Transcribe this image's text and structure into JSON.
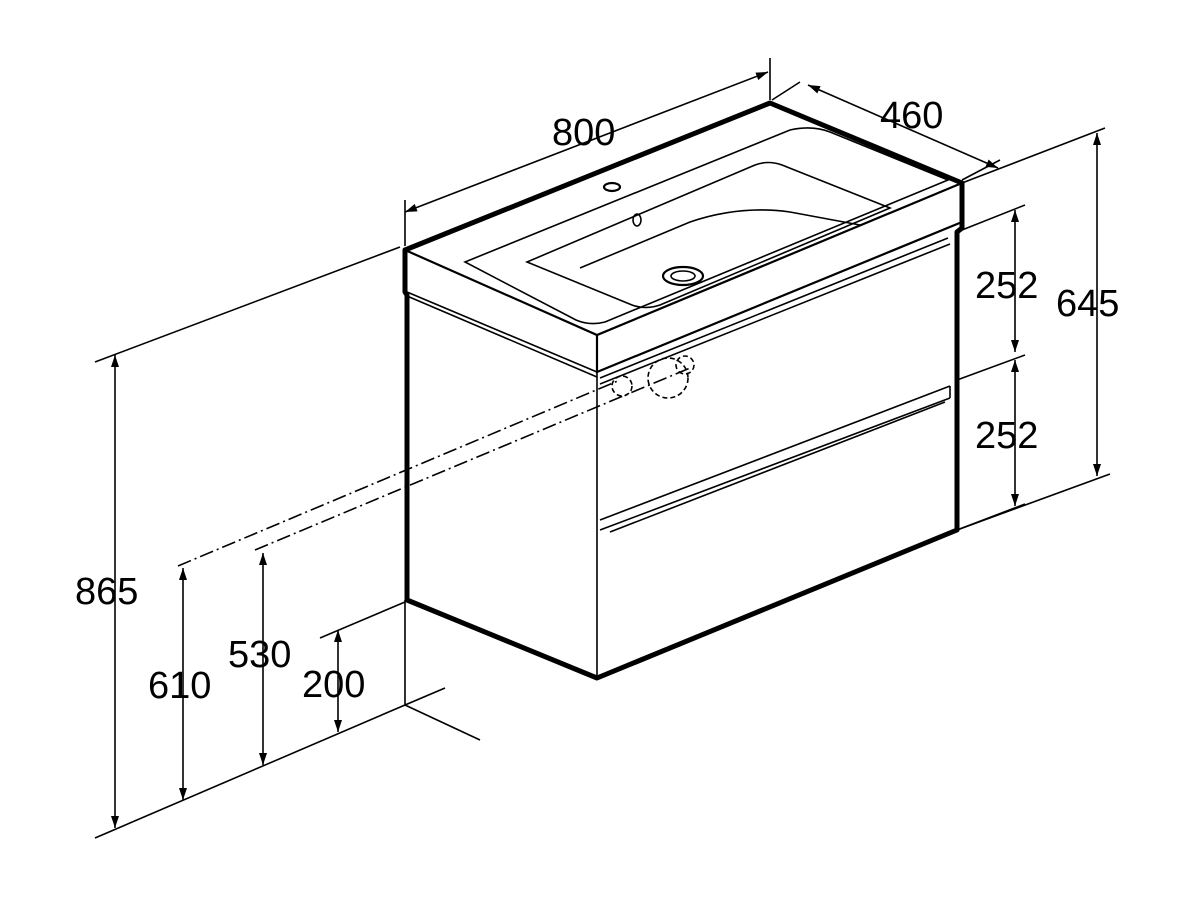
{
  "title": "Vanity unit with washbasin dimension drawing",
  "dimensions": {
    "width": "800",
    "depth": "460",
    "drawer_top_height": "252",
    "drawer_bottom_height": "252",
    "unit_height": "645",
    "top_height_from_floor": "865",
    "waste_height_610": "610",
    "waste_height_530": "530",
    "bottom_height_from_floor": "200"
  },
  "colors": {
    "line": "#000000",
    "background": "#ffffff"
  }
}
